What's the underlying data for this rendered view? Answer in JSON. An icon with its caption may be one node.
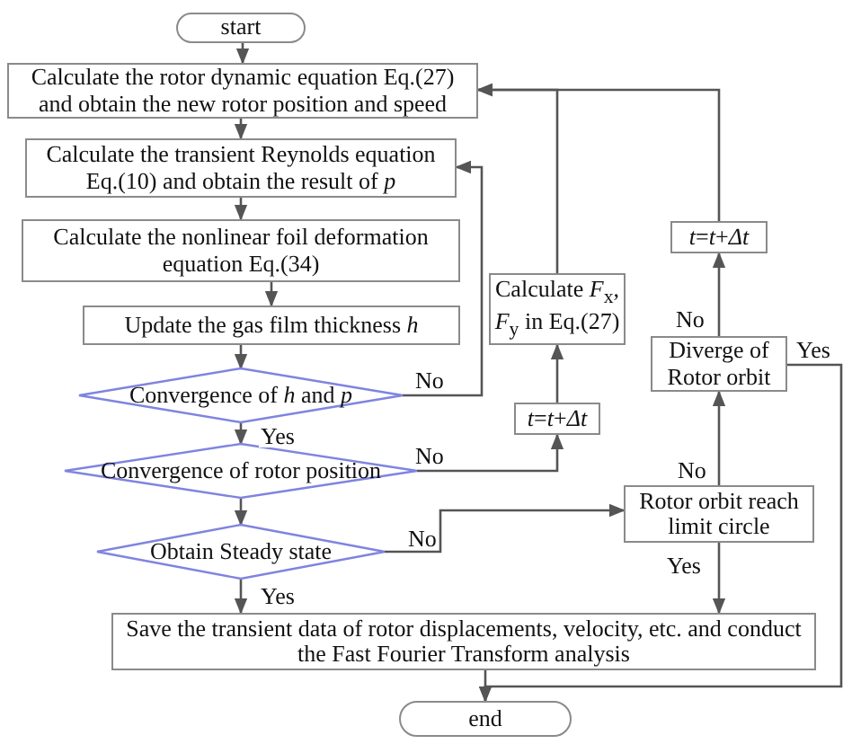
{
  "diagram": {
    "nodes": [
      {
        "text": [
          "start"
        ]
      },
      {
        "text": [
          "Calculate the rotor dynamic equation Eq.(27) and obtain the new rotor position and speed"
        ]
      },
      {
        "text": [
          "Calculate the transient Reynolds equation Eq.(10) and obtain the result of *p*"
        ]
      },
      {
        "text": [
          "Calculate the nonlinear foil deformation equation Eq.(34)"
        ]
      },
      {
        "text": [
          "Update the gas film thickness *h*"
        ]
      },
      {
        "text": [
          "Convergence of *h* and *p*"
        ]
      },
      {
        "text": [
          "Convergence of rotor position"
        ]
      },
      {
        "text": [
          "Obtain Steady state"
        ]
      },
      {
        "text": [
          "Save the transient data of rotor displacements, velocity, etc. and conduct the Fast Fourier Transform analysis"
        ]
      },
      {
        "text": [
          "end"
        ]
      },
      {
        "text": [
          "Calculate *F*$_{x}$, *F*$_{y}$ in Eq.(27)"
        ]
      },
      {
        "text": [
          "*t*=*t*+*Δt*"
        ]
      },
      {
        "text": [
          "*t*=*t*+*Δt*"
        ]
      },
      {
        "text": [
          "Diverge of Rotor orbit"
        ]
      },
      {
        "text": [
          "Rotor orbit reach limit circle"
        ]
      }
    ],
    "edges": [
      {
        "from": 0,
        "to": 1,
        "arrow": "to"
      },
      {
        "from": 1,
        "to": 2,
        "arrow": "to"
      },
      {
        "from": 2,
        "to": 3,
        "arrow": "to"
      },
      {
        "from": 3,
        "to": 4,
        "arrow": "to"
      },
      {
        "from": 4,
        "to": 5,
        "arrow": "to"
      },
      {
        "from": 5,
        "to": 2,
        "arrow": "to",
        "label": "No"
      },
      {
        "from": 5,
        "to": 6,
        "arrow": "to",
        "label": "Yes"
      },
      {
        "from": 6,
        "to": 11,
        "arrow": "to",
        "label": "No"
      },
      {
        "from": 11,
        "to": 10,
        "arrow": "to"
      },
      {
        "from": 10,
        "to": 1,
        "arrow": "to"
      },
      {
        "from": 6,
        "to": 7,
        "arrow": "to"
      },
      {
        "from": 7,
        "to": 14,
        "arrow": "to",
        "label": "No"
      },
      {
        "from": 7,
        "to": 8,
        "arrow": "to",
        "label": "Yes"
      },
      {
        "from": 14,
        "to": 13,
        "arrow": "to",
        "label": "No"
      },
      {
        "from": 13,
        "to": 12,
        "arrow": "to",
        "label": "No"
      },
      {
        "from": 12,
        "to": 1,
        "arrow": "to"
      },
      {
        "from": 14,
        "to": 8,
        "arrow": "to",
        "label": "Yes"
      },
      {
        "from": 13,
        "to": 9,
        "arrow": "to",
        "label": "Yes"
      },
      {
        "from": 8,
        "to": 9,
        "arrow": "to"
      }
    ]
  }
}
